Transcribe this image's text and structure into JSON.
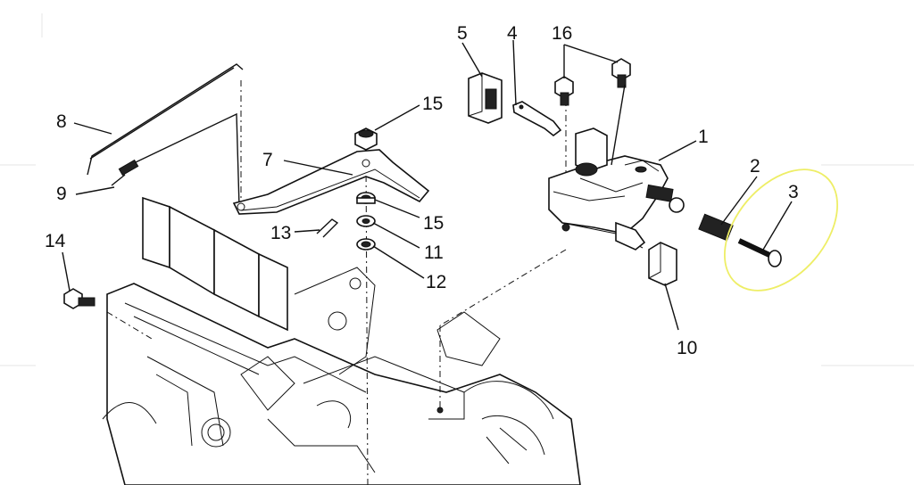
{
  "labels": {
    "l1": "1",
    "l2": "2",
    "l3": "3",
    "l4": "4",
    "l5": "5",
    "l7": "7",
    "l8": "8",
    "l9": "9",
    "l10": "10",
    "l11": "11",
    "l12": "12",
    "l13": "13",
    "l14": "14",
    "l15a": "15",
    "l15b": "15",
    "l16": "16"
  },
  "highlight_color": "#eeee66"
}
